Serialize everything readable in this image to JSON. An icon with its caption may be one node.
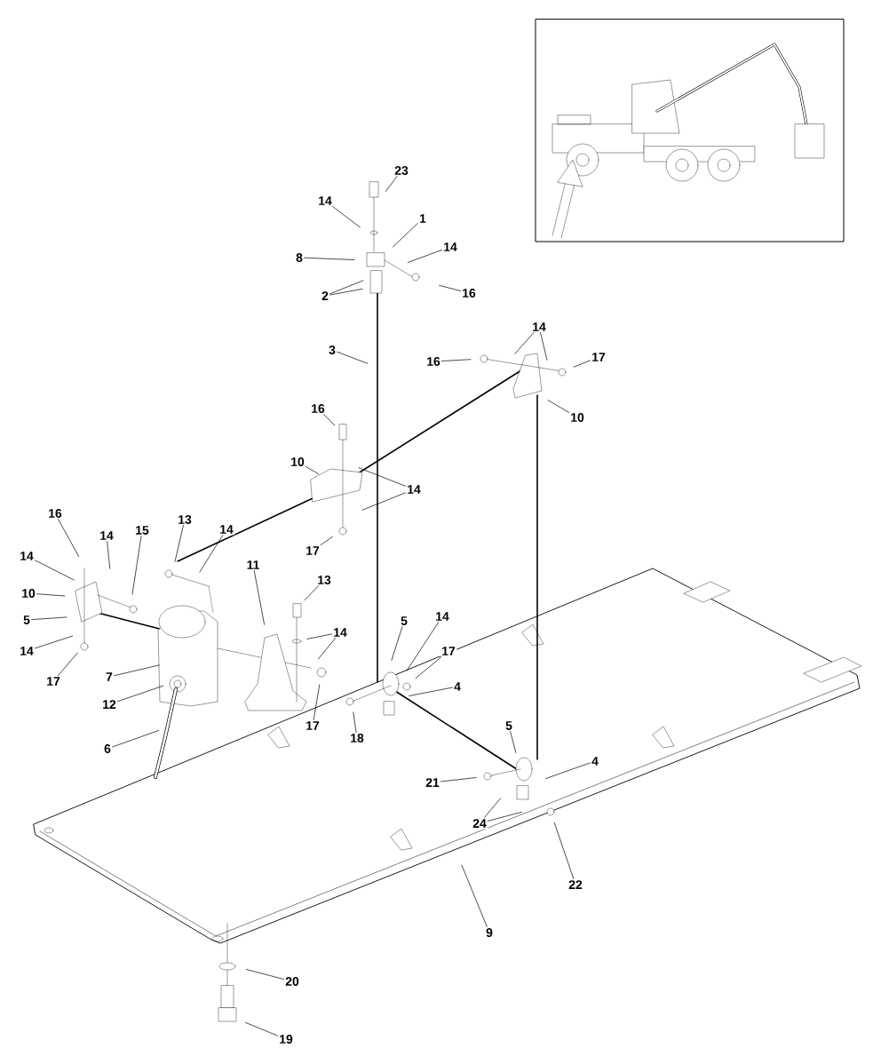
{
  "diagram": {
    "nodes": [
      {
        "text": [
          "23"
        ]
      },
      {
        "text": [
          "14"
        ]
      },
      {
        "text": [
          "1"
        ]
      },
      {
        "text": [
          "8"
        ]
      },
      {
        "text": [
          "14"
        ]
      },
      {
        "text": [
          "2"
        ]
      },
      {
        "text": [
          "16"
        ]
      },
      {
        "text": [
          "3"
        ]
      },
      {
        "text": [
          "14"
        ]
      },
      {
        "text": [
          "16"
        ]
      },
      {
        "text": [
          "17"
        ]
      },
      {
        "text": [
          "10"
        ]
      },
      {
        "text": [
          "16"
        ]
      },
      {
        "text": [
          "10"
        ]
      },
      {
        "text": [
          "14"
        ]
      },
      {
        "text": [
          "17"
        ]
      },
      {
        "text": [
          "16"
        ]
      },
      {
        "text": [
          "14"
        ]
      },
      {
        "text": [
          "15"
        ]
      },
      {
        "text": [
          "13"
        ]
      },
      {
        "text": [
          "14"
        ]
      },
      {
        "text": [
          "14"
        ]
      },
      {
        "text": [
          "10"
        ]
      },
      {
        "text": [
          "5"
        ]
      },
      {
        "text": [
          "14"
        ]
      },
      {
        "text": [
          "17"
        ]
      },
      {
        "text": [
          "11"
        ]
      },
      {
        "text": [
          "13"
        ]
      },
      {
        "text": [
          "14"
        ]
      },
      {
        "text": [
          "7"
        ]
      },
      {
        "text": [
          "12"
        ]
      },
      {
        "text": [
          "6"
        ]
      },
      {
        "text": [
          "17"
        ]
      },
      {
        "text": [
          "18"
        ]
      },
      {
        "text": [
          "5"
        ]
      },
      {
        "text": [
          "14"
        ]
      },
      {
        "text": [
          "17"
        ]
      },
      {
        "text": [
          "4"
        ]
      },
      {
        "text": [
          "5"
        ]
      },
      {
        "text": [
          "4"
        ]
      },
      {
        "text": [
          "21"
        ]
      },
      {
        "text": [
          "24"
        ]
      },
      {
        "text": [
          "22"
        ]
      },
      {
        "text": [
          "9"
        ]
      },
      {
        "text": [
          "20"
        ]
      },
      {
        "text": [
          "19"
        ]
      }
    ],
    "edges": [
      {
        "from": 0,
        "to": null,
        "arrow": "none"
      },
      {
        "from": 1,
        "to": null,
        "arrow": "none"
      },
      {
        "from": 2,
        "to": null,
        "arrow": "none"
      },
      {
        "from": 3,
        "to": null,
        "arrow": "none"
      },
      {
        "from": 4,
        "to": null,
        "arrow": "none"
      },
      {
        "from": 5,
        "to": null,
        "arrow": "none"
      },
      {
        "from": 5,
        "to": null,
        "arrow": "none"
      },
      {
        "from": 6,
        "to": null,
        "arrow": "none"
      },
      {
        "from": 7,
        "to": null,
        "arrow": "none"
      },
      {
        "from": 8,
        "to": null,
        "arrow": "none"
      },
      {
        "from": 8,
        "to": null,
        "arrow": "none"
      },
      {
        "from": 9,
        "to": null,
        "arrow": "none"
      },
      {
        "from": 10,
        "to": null,
        "arrow": "none"
      },
      {
        "from": 11,
        "to": null,
        "arrow": "none"
      },
      {
        "from": 12,
        "to": null,
        "arrow": "none"
      },
      {
        "from": 13,
        "to": null,
        "arrow": "none"
      },
      {
        "from": 14,
        "to": null,
        "arrow": "none"
      },
      {
        "from": 14,
        "to": null,
        "arrow": "none"
      },
      {
        "from": 15,
        "to": null,
        "arrow": "none"
      },
      {
        "from": 16,
        "to": null,
        "arrow": "none"
      },
      {
        "from": 17,
        "to": null,
        "arrow": "none"
      },
      {
        "from": 18,
        "to": null,
        "arrow": "none"
      },
      {
        "from": 19,
        "to": null,
        "arrow": "none"
      },
      {
        "from": 20,
        "to": null,
        "arrow": "none"
      },
      {
        "from": 21,
        "to": null,
        "arrow": "none"
      },
      {
        "from": 22,
        "to": null,
        "arrow": "none"
      },
      {
        "from": 23,
        "to": null,
        "arrow": "none"
      },
      {
        "from": 24,
        "to": null,
        "arrow": "none"
      },
      {
        "from": 25,
        "to": null,
        "arrow": "none"
      },
      {
        "from": 26,
        "to": null,
        "arrow": "none"
      },
      {
        "from": 27,
        "to": null,
        "arrow": "none"
      },
      {
        "from": 28,
        "to": null,
        "arrow": "none"
      },
      {
        "from": 28,
        "to": null,
        "arrow": "none"
      },
      {
        "from": 29,
        "to": null,
        "arrow": "none"
      },
      {
        "from": 30,
        "to": null,
        "arrow": "none"
      },
      {
        "from": 31,
        "to": null,
        "arrow": "none"
      },
      {
        "from": 32,
        "to": null,
        "arrow": "none"
      },
      {
        "from": 33,
        "to": null,
        "arrow": "none"
      },
      {
        "from": 34,
        "to": null,
        "arrow": "none"
      },
      {
        "from": 35,
        "to": null,
        "arrow": "none"
      },
      {
        "from": 36,
        "to": null,
        "arrow": "none"
      },
      {
        "from": 37,
        "to": null,
        "arrow": "none"
      },
      {
        "from": 38,
        "to": null,
        "arrow": "none"
      },
      {
        "from": 39,
        "to": null,
        "arrow": "none"
      },
      {
        "from": 40,
        "to": null,
        "arrow": "none"
      },
      {
        "from": 41,
        "to": null,
        "arrow": "none"
      },
      {
        "from": 41,
        "to": null,
        "arrow": "none"
      },
      {
        "from": 42,
        "to": null,
        "arrow": "none"
      },
      {
        "from": 43,
        "to": null,
        "arrow": "none"
      },
      {
        "from": 44,
        "to": null,
        "arrow": "none"
      },
      {
        "from": 45,
        "to": null,
        "arrow": "none"
      }
    ]
  }
}
